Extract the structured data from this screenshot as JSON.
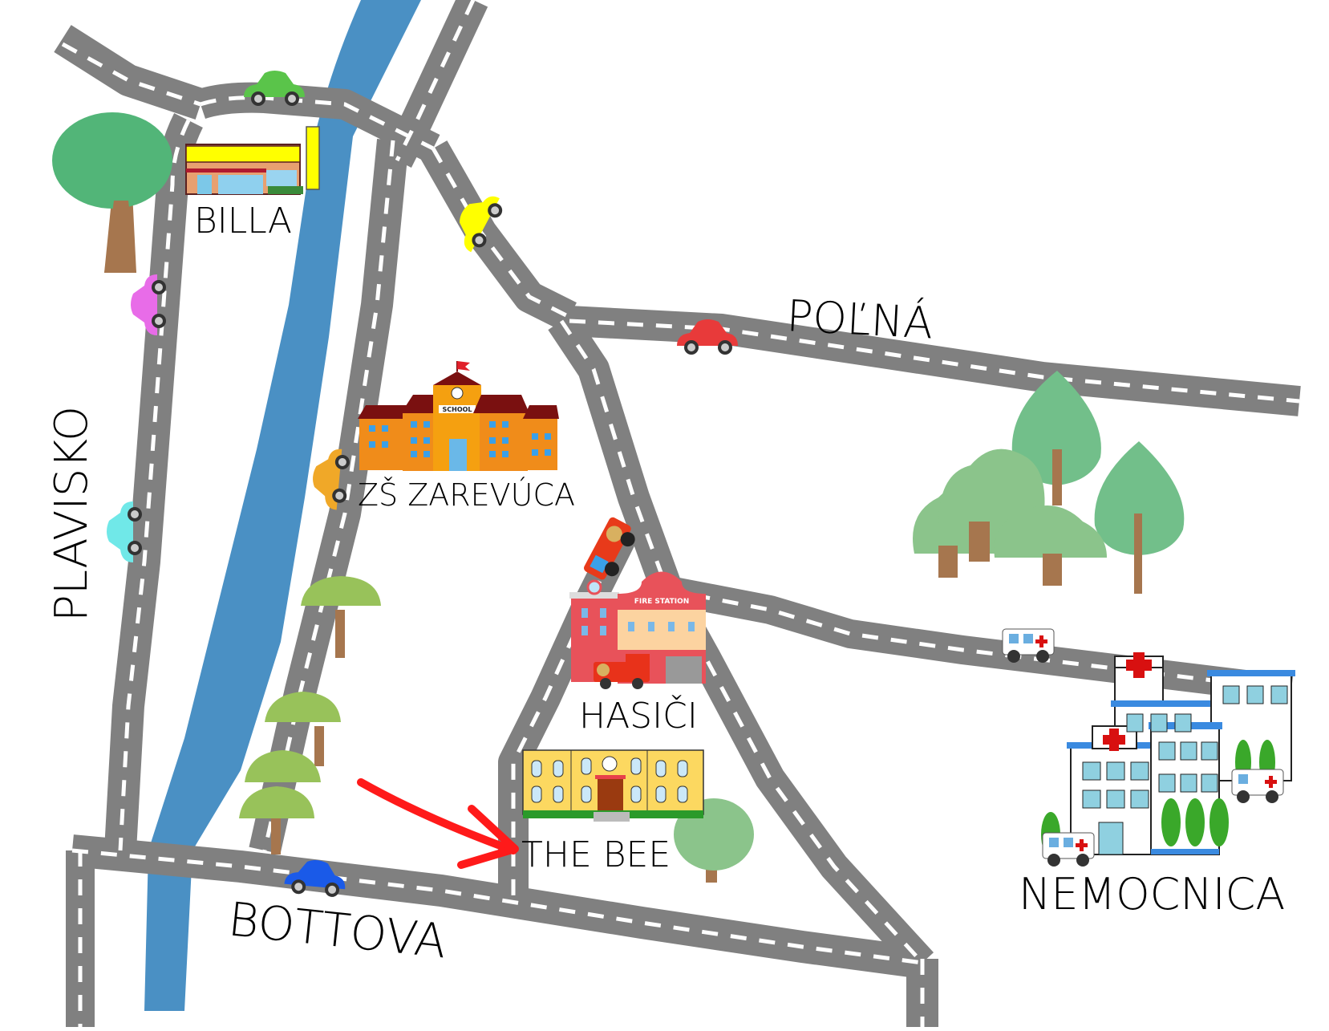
{
  "map": {
    "title": "",
    "colors": {
      "road": "#808080",
      "road_dash": "#ffffff",
      "river": "#4a90c4",
      "arrow": "#ff1a1a",
      "background": "#ffffff"
    },
    "street_labels": {
      "plavisko": "PLAVISKO",
      "bottova": "BOTTOVA",
      "polna": "POĽNÁ"
    },
    "place_labels": {
      "billa": "BILLA",
      "zs_zarevuca": "ZŠ ZAREVÚCA",
      "hasici": "HASIČI",
      "the_bee": "THE BEE",
      "nemocnica": "NEMOCNICA"
    },
    "building_signs": {
      "school": "SCHOOL",
      "fire_station": "FIRE STATION"
    },
    "vehicles": [
      {
        "type": "car",
        "color": "#5ac44a",
        "location": "top junction"
      },
      {
        "type": "car",
        "color": "#ffff00",
        "location": "diagonal road"
      },
      {
        "type": "car",
        "color": "#e86ce8",
        "location": "Plavisko"
      },
      {
        "type": "car",
        "color": "#70e8e8",
        "location": "Plavisko"
      },
      {
        "type": "car",
        "color": "#e83a3a",
        "location": "Poľná"
      },
      {
        "type": "car",
        "color": "#f0a828",
        "location": "near school"
      },
      {
        "type": "car",
        "color": "#1a5ae8",
        "location": "Bottova"
      },
      {
        "type": "fire-truck",
        "color": "#e83a1a",
        "location": "near fire station"
      },
      {
        "type": "ambulance",
        "color": "#ffffff",
        "location": "road to hospital"
      }
    ]
  }
}
